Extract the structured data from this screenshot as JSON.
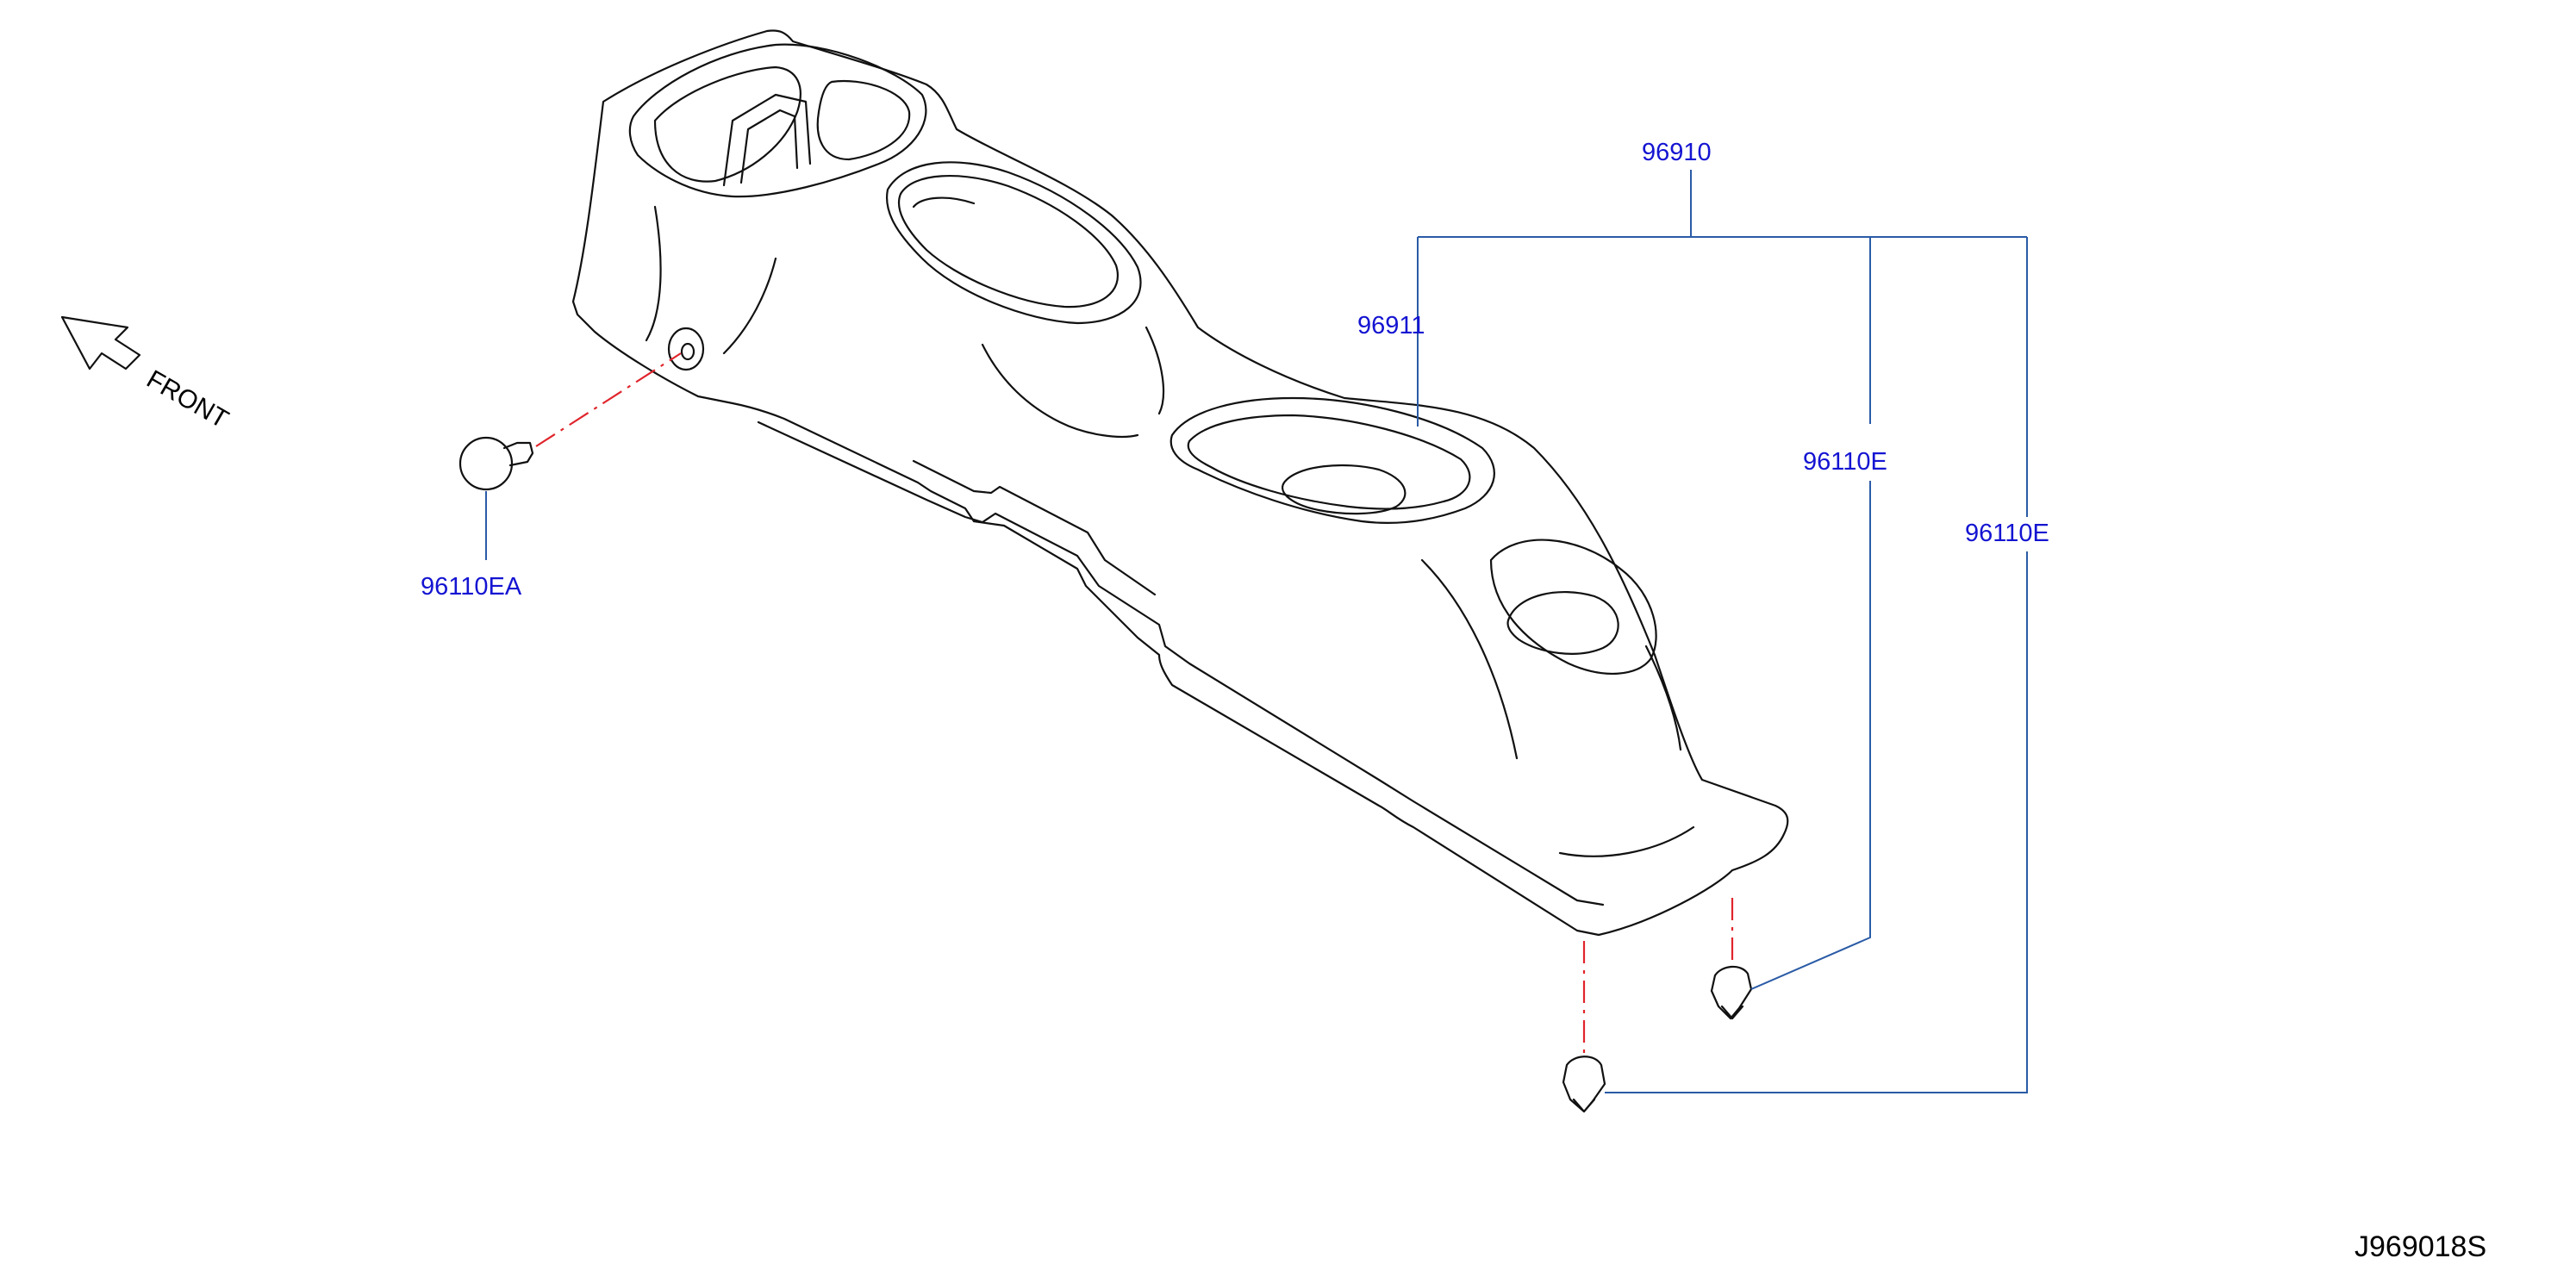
{
  "diagram": {
    "direction_label": "FRONT",
    "diagram_id": "J969018S",
    "parts": {
      "assembly": "96910",
      "console_body": "96911",
      "clip_right_upper": "96110E",
      "clip_right_lower": "96110E",
      "front_clip": "96110EA"
    },
    "colors": {
      "label_text": "#1414d2",
      "leader_lines": "#2a5ba6",
      "axis_lines": "#e0242b",
      "outline": "#111111"
    }
  }
}
